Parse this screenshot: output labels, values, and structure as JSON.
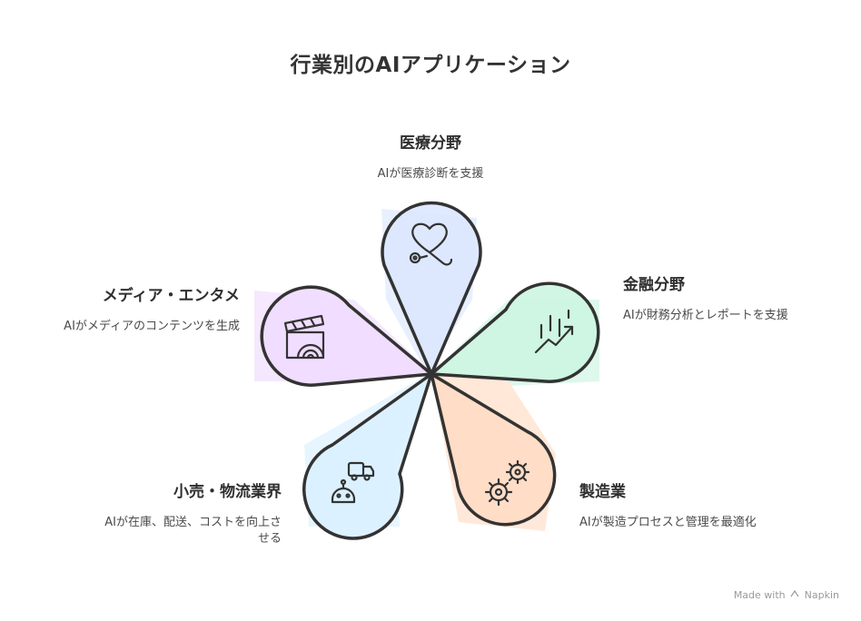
{
  "title": "行業別のAIアプリケーション",
  "sectors": {
    "medical": {
      "title": "医療分野",
      "desc": "AIが医療診断を支援",
      "color": "#dce7ff",
      "icon": "stethoscope-heart-icon"
    },
    "finance": {
      "title": "金融分野",
      "desc": "AIが財務分析とレポートを支援",
      "color": "#ccf5e1",
      "icon": "rising-chart-icon"
    },
    "manufacturing": {
      "title": "製造業",
      "desc": "AIが製造プロセスと管理を最適化",
      "color": "#ffdcc4",
      "icon": "gears-icon"
    },
    "retail": {
      "title": "小売・物流業界",
      "desc": "AIが在庫、配送、コストを向上させる",
      "color": "#d9f1ff",
      "icon": "delivery-robot-icon"
    },
    "media": {
      "title": "メディア・エンタメ",
      "desc": "AIがメディアのコンテンツを生成",
      "color": "#efdcff",
      "icon": "clapperboard-icon"
    }
  },
  "footer": {
    "made_with": "Made with",
    "brand": "Napkin"
  }
}
